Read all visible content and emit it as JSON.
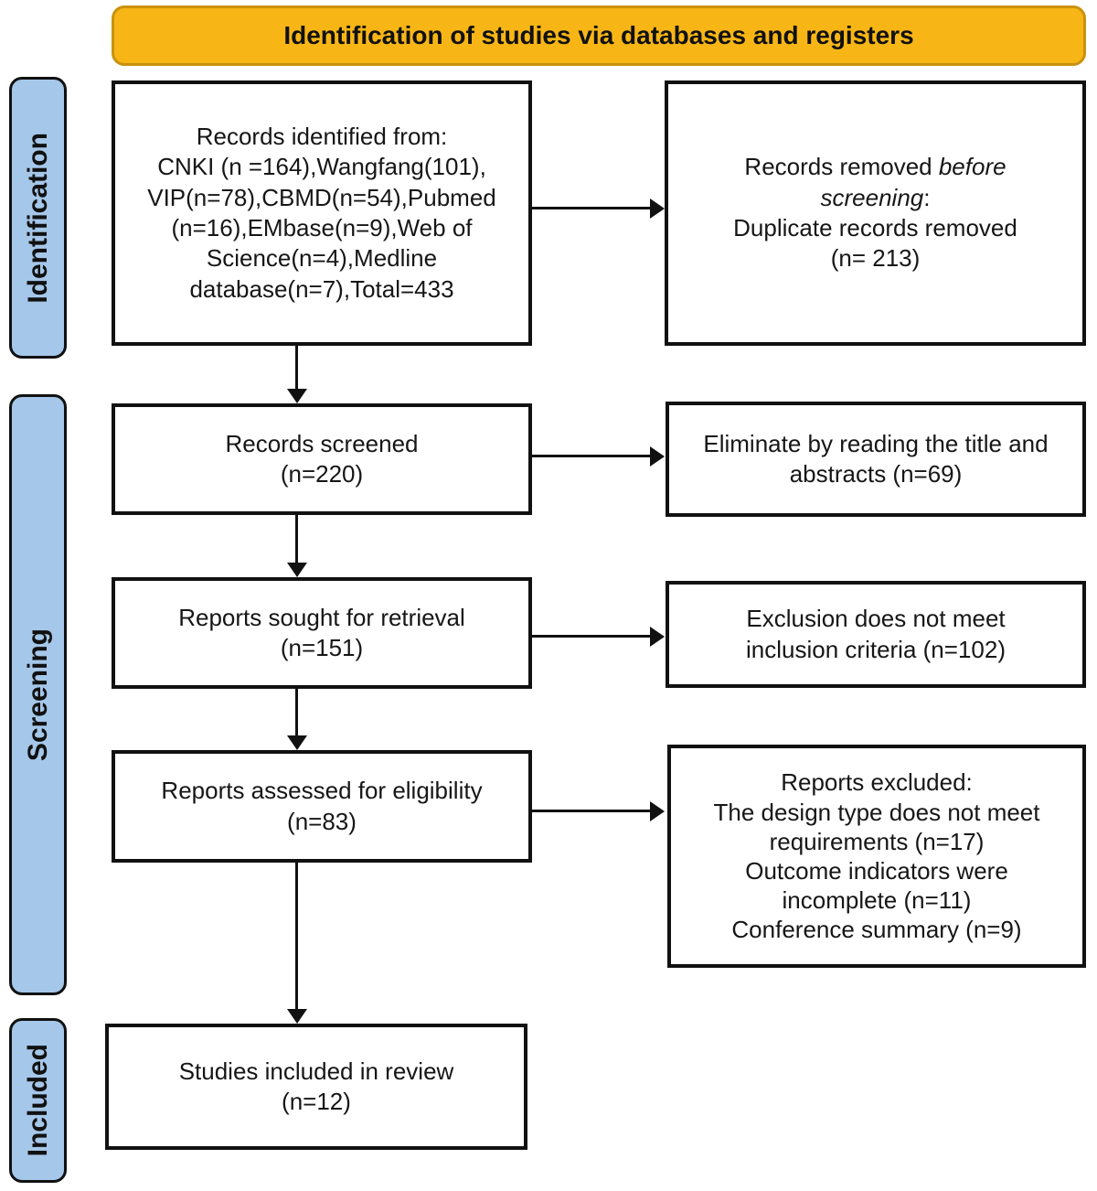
{
  "banner": {
    "title": "Identification of studies via databases and registers"
  },
  "stages": {
    "identification": "Identification",
    "screening": "Screening",
    "included": "Included"
  },
  "boxes": {
    "records_identified": {
      "lines": [
        "Records identified from:",
        "CNKI (n =164),Wangfang(101),",
        "VIP(n=78),CBMD(n=54),Pubmed",
        "(n=16),EMbase(n=9),Web of",
        "Science(n=4),Medline",
        "database(n=7),Total=433"
      ]
    },
    "records_removed": {
      "line1_roman": "Records removed ",
      "line1_italic": "before",
      "line2_italic": "screening",
      "line2_roman": ":",
      "line3": "Duplicate records removed",
      "line4": "(n= 213)"
    },
    "records_screened": {
      "lines": [
        "Records screened",
        "(n=220)"
      ]
    },
    "eliminate_title_abstracts": {
      "lines": [
        "Eliminate by reading the title and",
        "abstracts (n=69)"
      ]
    },
    "reports_sought": {
      "lines": [
        "Reports sought for retrieval",
        "(n=151)"
      ]
    },
    "exclusion_criteria": {
      "lines": [
        "Exclusion does not meet",
        "inclusion criteria (n=102)"
      ]
    },
    "reports_assessed": {
      "lines": [
        "Reports assessed for eligibility",
        "(n=83)"
      ]
    },
    "reports_excluded": {
      "lines": [
        "Reports excluded:",
        "The design type does not meet",
        "requirements (n=17)",
        "Outcome indicators were",
        "incomplete (n=11)",
        "Conference summary (n=9)"
      ]
    },
    "studies_included": {
      "lines": [
        "Studies included in review",
        "(n=12)"
      ]
    }
  },
  "colors": {
    "banner_fill": "#F8B616",
    "banner_border": "#C9920E",
    "stage_fill": "#A5C7E9",
    "stage_border": "#111111",
    "box_border": "#111111",
    "arrow": "#111111"
  }
}
